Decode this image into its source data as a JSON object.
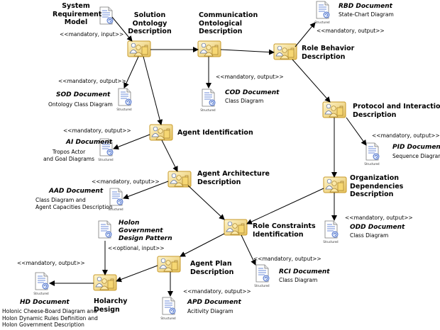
{
  "activities": {
    "solution_ontology": "Solution\nOntology\nDescription",
    "communication_ontological": "Communication\nOntological\nDescription",
    "role_behavior": "Role Behavior\nDescription",
    "protocol_interaction": "Protocol and Interaction\nDescription",
    "agent_identification": "Agent Identification",
    "agent_architecture": "Agent Architecture\nDescription",
    "organization_dependencies": "Organization\nDependencies\nDescription",
    "role_constraints": "Role Constraints\nIdentification",
    "agent_plan": "Agent Plan\nDescription",
    "holarchy": "Holarchy\nDesign"
  },
  "inputs": {
    "system_requirement_model": "System\nRequirement\nModel",
    "holon_government_pattern": "Holon\nGovernment\nDesign Pattern"
  },
  "documents": {
    "rbd": {
      "name": "RBD Document",
      "desc": "State-Chart Diagram"
    },
    "sod": {
      "name": "SOD Document",
      "desc": "Ontology Class Diagram"
    },
    "cod": {
      "name": "COD Document",
      "desc": "Class Diagram"
    },
    "pid": {
      "name": "PID Document",
      "desc": "Sequence Diagram"
    },
    "ai": {
      "name": "AI Document",
      "desc": "Tropos Actor\nand Goal Diagrams"
    },
    "aad": {
      "name": "AAD Document",
      "desc": "Class Diagram and\nAgent Capacities Description"
    },
    "odd": {
      "name": "ODD Document",
      "desc": "Class Diagram"
    },
    "rci": {
      "name": "RCI Document",
      "desc": "Class Diagram"
    },
    "apd": {
      "name": "APD Document",
      "desc": "Acitivity Diagram"
    },
    "hd": {
      "name": "HD Document",
      "desc": "Holonic Cheese-Board Diagram and\nHolon Dynamic Rules Definition and\nHolon Government Description"
    }
  },
  "stereotypes": {
    "mandatory_input": "<<mandatory, input>>",
    "optional_input": "<<optional, input>>",
    "mandatory_output": "<<mandatory, output>>"
  },
  "doc_icon_label": "Structured",
  "colors": {
    "activity_fill": "#f3dd8e",
    "activity_border": "#d2a93a",
    "person_icon": "#f8e7a8",
    "doc_icon_accent": "#3f66c9",
    "line": "#000000"
  }
}
